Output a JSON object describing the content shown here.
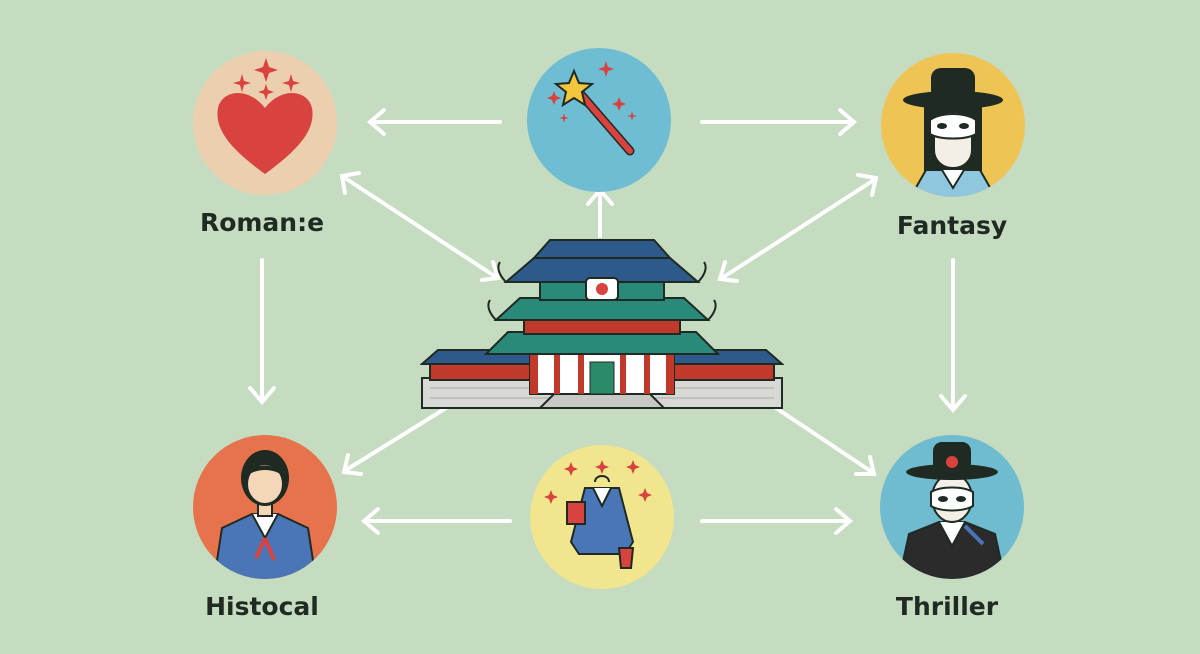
{
  "colors": {
    "background": "#c5dcc0",
    "arrow": "#ffffff",
    "romance_circle": "#eccfae",
    "magic_circle": "#6fbdd3",
    "fantasy_circle": "#eec454",
    "historical_circle": "#e6734c",
    "costume_circle": "#f1e58e",
    "thriller_circle": "#6fbcd0"
  },
  "nodes": {
    "romance": {
      "label": "Roman:e",
      "icon": "heart-sparkles-icon"
    },
    "fantasy": {
      "label": "Fantasy",
      "icon": "masked-figure-gat-icon"
    },
    "historical": {
      "label": "Histocal",
      "icon": "hanbok-woman-icon"
    },
    "thriller": {
      "label": "Thriller",
      "icon": "masked-swordsman-icon"
    },
    "magic": {
      "icon": "magic-wand-icon"
    },
    "costume": {
      "icon": "hanbok-costume-icon"
    },
    "center": {
      "icon": "palace-icon"
    }
  }
}
